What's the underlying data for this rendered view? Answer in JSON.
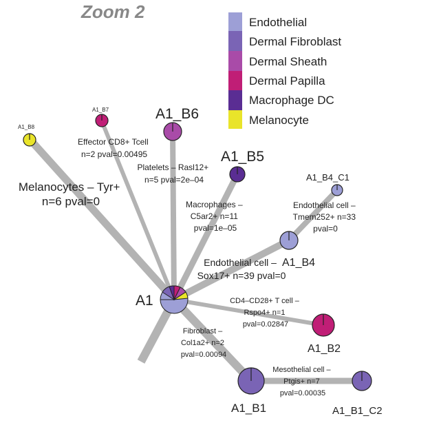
{
  "title": "Zoom 2",
  "legend": [
    {
      "label": "Endothelial",
      "color": "#9d9fd6"
    },
    {
      "label": "Dermal Fibroblast",
      "color": "#7a64b5"
    },
    {
      "label": "Dermal Sheath",
      "color": "#a94ba8"
    },
    {
      "label": "Dermal Papilla",
      "color": "#c01e76"
    },
    {
      "label": "Macrophage DC",
      "color": "#5a2d93"
    },
    {
      "label": "Melanocyte",
      "color": "#e9e42a"
    }
  ],
  "edge_color": "#b3b3b3",
  "nodes": {
    "A1": "A1",
    "A1_B1": "A1_B1",
    "A1_B1_C2": "A1_B1_C2",
    "A1_B2": "A1_B2",
    "A1_B4": "A1_B4",
    "A1_B4_C1": "A1_B4_C1",
    "A1_B5": "A1_B5",
    "A1_B6": "A1_B6",
    "A1_B7": "A1_B7",
    "A1_B8": "A1_B8"
  },
  "edges": {
    "melanocytes": [
      "Melanocytes – Tyr+",
      "n=6 pval=0"
    ],
    "effector": [
      "Effector CD8+ Tcell",
      "n=2 pval=0.00495"
    ],
    "platelets": [
      "Platelets – Rasl12+",
      "n=5 pval=2e–04"
    ],
    "macrophages": [
      "Macrophages –",
      "C5ar2+ n=11",
      "pval=1e–05"
    ],
    "endothelial_tmem": [
      "Endothelial cell –",
      "Tmem252+ n=33",
      "pval=0"
    ],
    "endothelial_sox": [
      "Endothelial cell –",
      "Sox17+ n=39 pval=0"
    ],
    "cd4": [
      "CD4–CD28+ T cell –",
      "Rspo4+ n=1",
      "pval=0.02847"
    ],
    "fibroblast": [
      "Fibroblast –",
      "Col1a2+ n=2",
      "pval=0.00094"
    ],
    "mesothelial": [
      "Mesothelial cell –",
      "Ptgis+ n=7",
      "pval=0.00035"
    ]
  }
}
